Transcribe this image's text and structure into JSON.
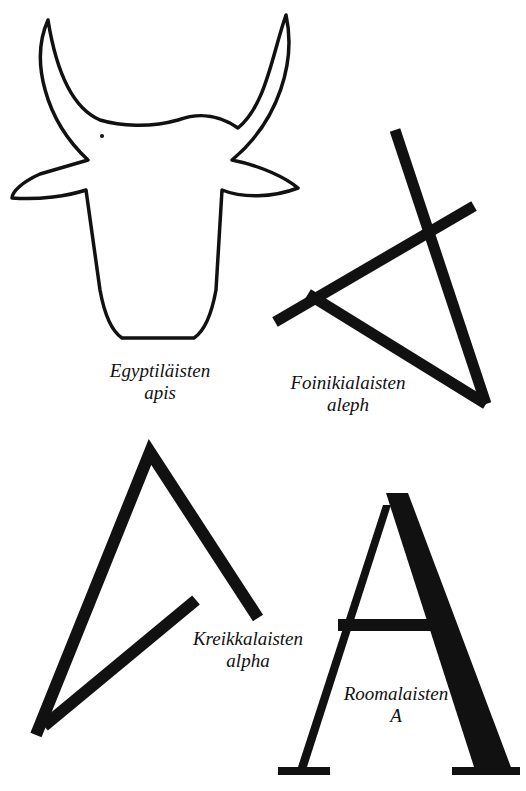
{
  "diagram": {
    "labels": [
      "Egyptiläisten apis",
      "Foinikialaisten aleph",
      "Kreikkalaisten alpha",
      "Roomalaisten A"
    ]
  }
}
